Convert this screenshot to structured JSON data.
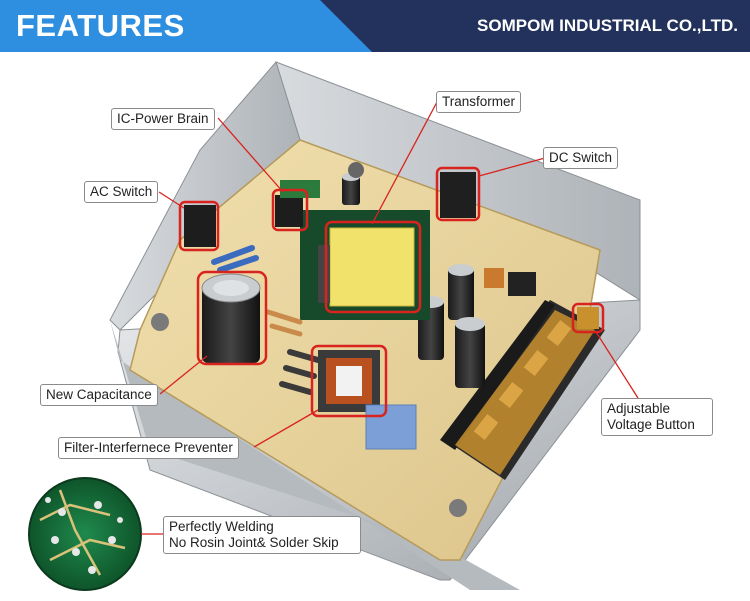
{
  "header": {
    "title": "FEATURES",
    "company": "SOMPOM INDUSTRIAL CO.,LTD."
  },
  "callouts": {
    "ic_power_brain": "IC-Power Brain",
    "transformer": "Transformer",
    "dc_switch": "DC Switch",
    "ac_switch": "AC Switch",
    "new_capacitance": "New Capacitance",
    "filter": "Filter-Interfernece Preventer",
    "adjustable_1": "Adjustable",
    "adjustable_2": "Voltage Button",
    "welding_1": "Perfectly Welding",
    "welding_2": "No Rosin Joint& Solder Skip"
  },
  "colors": {
    "header_bg": "#23325c",
    "tab_bg": "#2e8fe0",
    "highlight": "#d9231f",
    "pcb": "#e9d6a2"
  }
}
